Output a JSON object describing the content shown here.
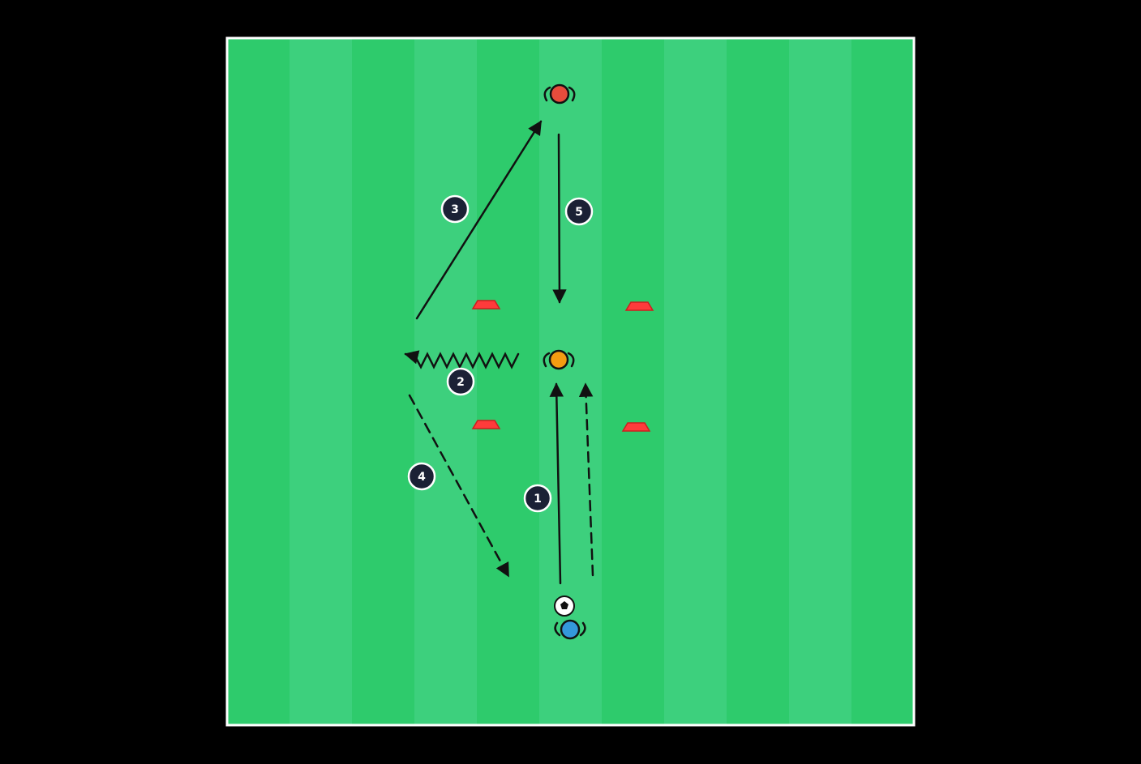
{
  "colors": {
    "background": "#000000",
    "pitch_light": "#3dd07d",
    "pitch_dark": "#2ecb6c",
    "pitch_border": "#ffffff",
    "line": "#111111",
    "badge_fill": "#1b2135",
    "cone": "#ff3b3b",
    "player_attacker_top": "#e74c3c",
    "player_defender": "#f39c12",
    "player_with_ball": "#3498db"
  },
  "steps": [
    {
      "label": "1",
      "kind": "pass"
    },
    {
      "label": "2",
      "kind": "dribble"
    },
    {
      "label": "3",
      "kind": "pass"
    },
    {
      "label": "4",
      "kind": "run"
    },
    {
      "label": "5",
      "kind": "pass"
    }
  ],
  "players": [
    {
      "role": "top-player",
      "color": "#e74c3c"
    },
    {
      "role": "middle-player",
      "color": "#f39c12"
    },
    {
      "role": "bottom-player-with-ball",
      "color": "#3498db"
    }
  ],
  "icons": [
    "cone-icon",
    "ball-icon",
    "player-icon"
  ]
}
